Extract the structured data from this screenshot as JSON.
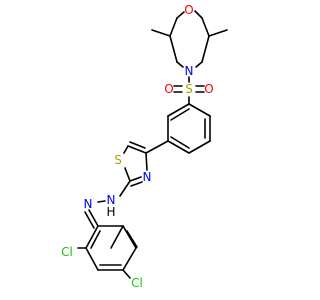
{
  "colors": {
    "bond": "#000000",
    "background": "#ffffff",
    "O": "#ff0000",
    "N": "#0000ff",
    "S": "#b3a000",
    "Cl": "#14c514",
    "H": "#000000"
  },
  "atoms": [
    {
      "id": "O_morph",
      "label": "O",
      "element": "O"
    },
    {
      "id": "N_morph",
      "label": "N",
      "element": "N"
    },
    {
      "id": "S_sulf",
      "label": "S",
      "element": "S"
    },
    {
      "id": "O_sulf_left",
      "label": "O",
      "element": "O"
    },
    {
      "id": "O_sulf_right",
      "label": "O",
      "element": "O"
    },
    {
      "id": "S_thiaz",
      "label": "S",
      "element": "S"
    },
    {
      "id": "N_thiaz",
      "label": "N",
      "element": "N"
    },
    {
      "id": "N_hydraz",
      "label": "N",
      "element": "N"
    },
    {
      "id": "H_hydraz",
      "label": "H",
      "element": "H"
    },
    {
      "id": "N_imine",
      "label": "N",
      "element": "N"
    },
    {
      "id": "Cl_ortho",
      "label": "Cl",
      "element": "Cl"
    },
    {
      "id": "Cl_para",
      "label": "Cl",
      "element": "Cl"
    }
  ]
}
